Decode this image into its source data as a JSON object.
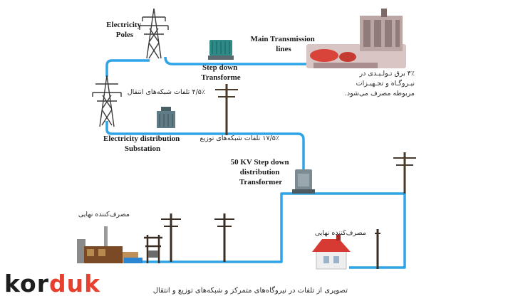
{
  "labels": {
    "poles": [
      "Electricity",
      "Poles"
    ],
    "main_lines": [
      "Main Transmission",
      "lines"
    ],
    "step_down": [
      "Step down",
      "Transforme"
    ],
    "substation": [
      "Electricity distribution",
      "Substation"
    ],
    "kv_transformer": [
      "50 KV Step down",
      "distribution",
      "Transformer"
    ]
  },
  "persian": {
    "plant_loss": [
      "۴٪ برق تـولـیـدی در",
      "نیـروگـاه و تجـهیـزات",
      "مربوطه مصرف می‌شود."
    ],
    "transmission_loss": "۴/۵٪ تلفات شبکه‌های انتقال",
    "distribution_loss": "۱۷/۵٪ تلفات شبکه‌های توزیع",
    "consumer_left": "مصرف‌کننده نهایی",
    "consumer_right": "مصرف‌کننده نهایی",
    "caption": "تصویری از تلفات در نیروگاه‌های متمرکز و شبکه‌های توزیع و انتقال"
  },
  "brand": {
    "part1": "kor",
    "part2": "duk"
  },
  "colors": {
    "line": "#2fa4e7",
    "brand_red": "#e8402f",
    "roof": "#d63a32",
    "plant": "#c9a9a6"
  }
}
